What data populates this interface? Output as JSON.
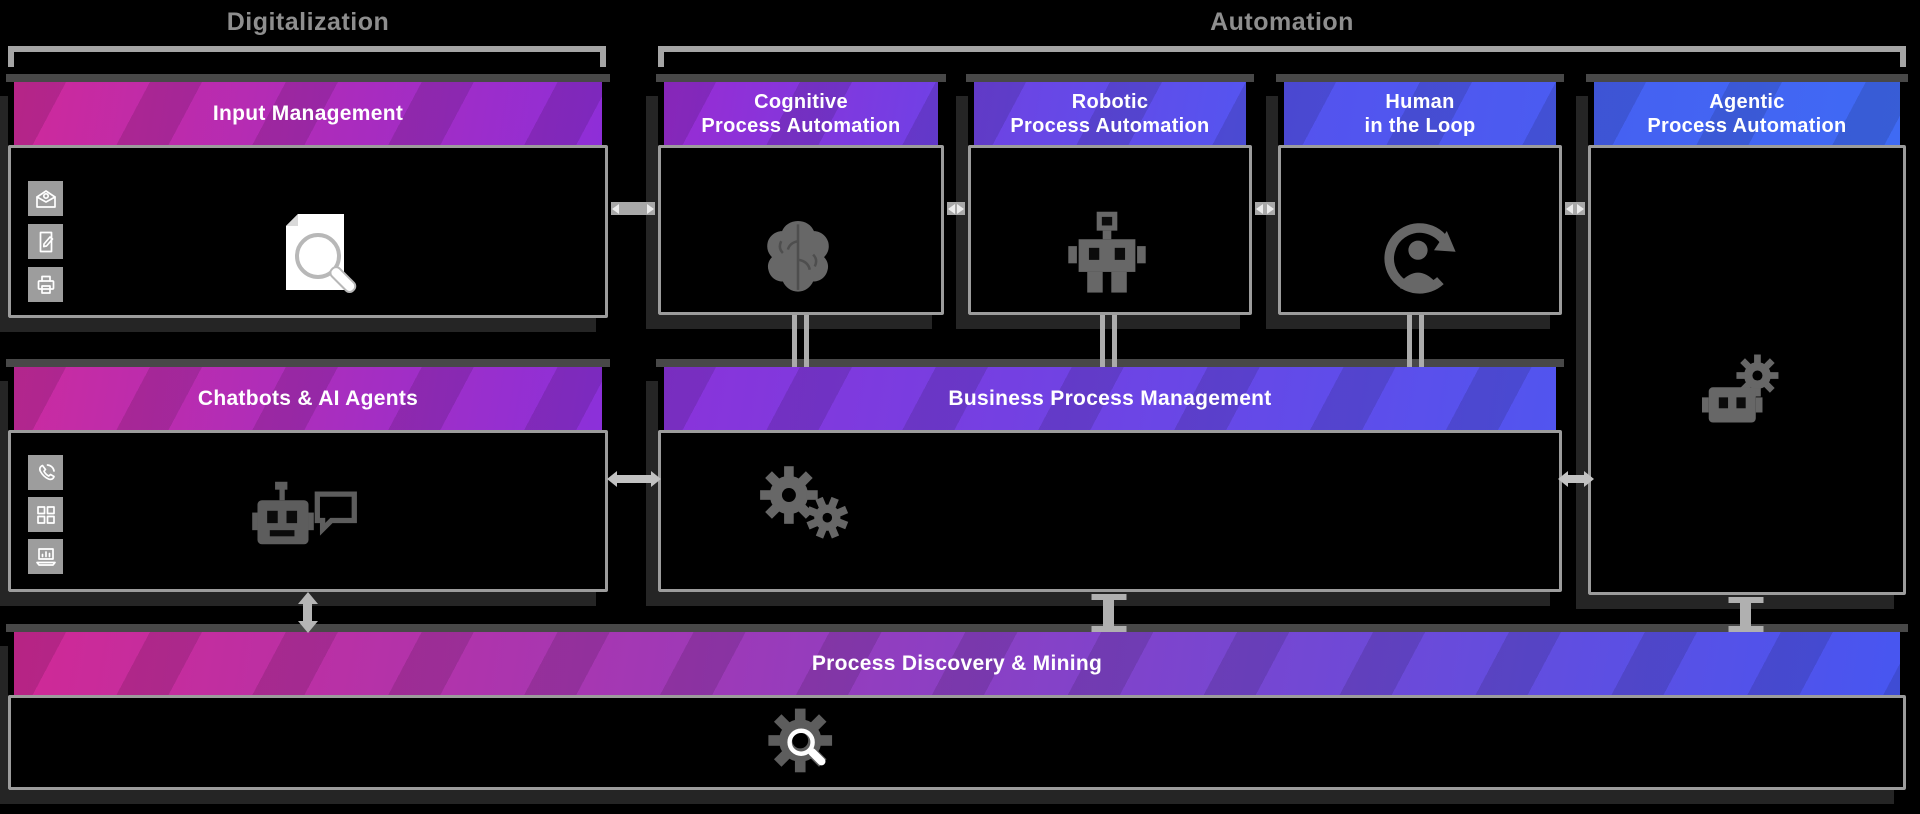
{
  "section_labels": {
    "digitalization": "Digitalization",
    "automation": "Automation"
  },
  "boxes": {
    "input_management": {
      "title": "Input Management",
      "header_gradient": [
        "#cf2a9a",
        "#8e2ed8"
      ],
      "main_icon": "document-search-icon",
      "side_icons": [
        "email-icon",
        "document-edit-icon",
        "printer-icon"
      ]
    },
    "chatbots": {
      "title": "Chatbots & AI Agents",
      "header_gradient": [
        "#cb2b9f",
        "#8b30da"
      ],
      "main_icon": "chatbot-icon",
      "side_icons": [
        "phone-support-icon",
        "apps-grid-icon",
        "laptop-chart-icon"
      ]
    },
    "cognitive": {
      "title_line1": "Cognitive",
      "title_line2": "Process Automation",
      "header_gradient": [
        "#9a2bd2",
        "#6f41e6"
      ],
      "main_icon": "brain-icon"
    },
    "robotic": {
      "title_line1": "Robotic",
      "title_line2": "Process Automation",
      "header_gradient": [
        "#6f42e2",
        "#5455f0"
      ],
      "main_icon": "robot-icon"
    },
    "human": {
      "title_line1": "Human",
      "title_line2": "in the Loop",
      "header_gradient": [
        "#5552ee",
        "#4a5cf1"
      ],
      "main_icon": "human-loop-icon"
    },
    "agentic": {
      "title_line1": "Agentic",
      "title_line2": "Process Automation",
      "header_gradient": [
        "#4660f2",
        "#3f6af4"
      ],
      "main_icon": "agentic-robot-gear-icon"
    },
    "bpm": {
      "title": "Business Process Management",
      "header_gradient": [
        "#8a33da",
        "#5155ef"
      ],
      "main_icon": "gears-icon"
    },
    "process_discovery": {
      "title": "Process Discovery & Mining",
      "header_gradient": [
        "#d02996",
        "#4756f1"
      ],
      "main_icon": "gear-search-icon"
    }
  },
  "colors": {
    "background": "#000000",
    "box_border": "#9c9c9c",
    "connector": "#a8a8a8",
    "section_label": "#8e8e8e",
    "icon_gray": "#676767",
    "icon_white": "#ffffff"
  }
}
